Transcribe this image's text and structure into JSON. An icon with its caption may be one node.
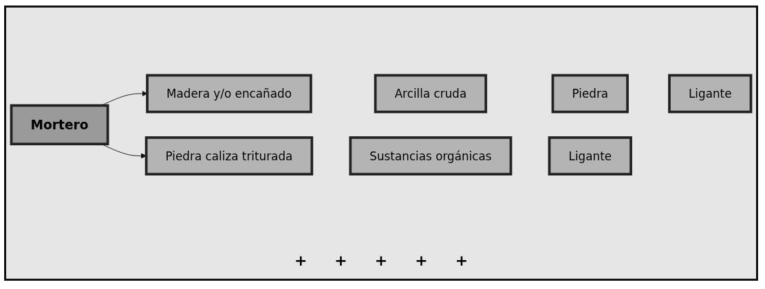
{
  "diagram": {
    "nodes": [
      {
        "text": [
          "Mortero"
        ]
      },
      {
        "text": [
          "Madera y/o encañado"
        ]
      },
      {
        "text": [
          "Arcilla cruda"
        ]
      },
      {
        "text": [
          "Piedra"
        ]
      },
      {
        "text": [
          "Ligante"
        ]
      },
      {
        "text": [
          "Piedra caliza triturada"
        ]
      },
      {
        "text": [
          "Sustancias orgánicas"
        ]
      },
      {
        "text": [
          "Ligante"
        ]
      }
    ],
    "edges": [
      {
        "from": 0,
        "to": 1,
        "arrow": "to"
      },
      {
        "from": 0,
        "to": 5,
        "arrow": "to"
      }
    ],
    "labels": [
      "+",
      "+",
      "+",
      "+",
      "+"
    ]
  }
}
